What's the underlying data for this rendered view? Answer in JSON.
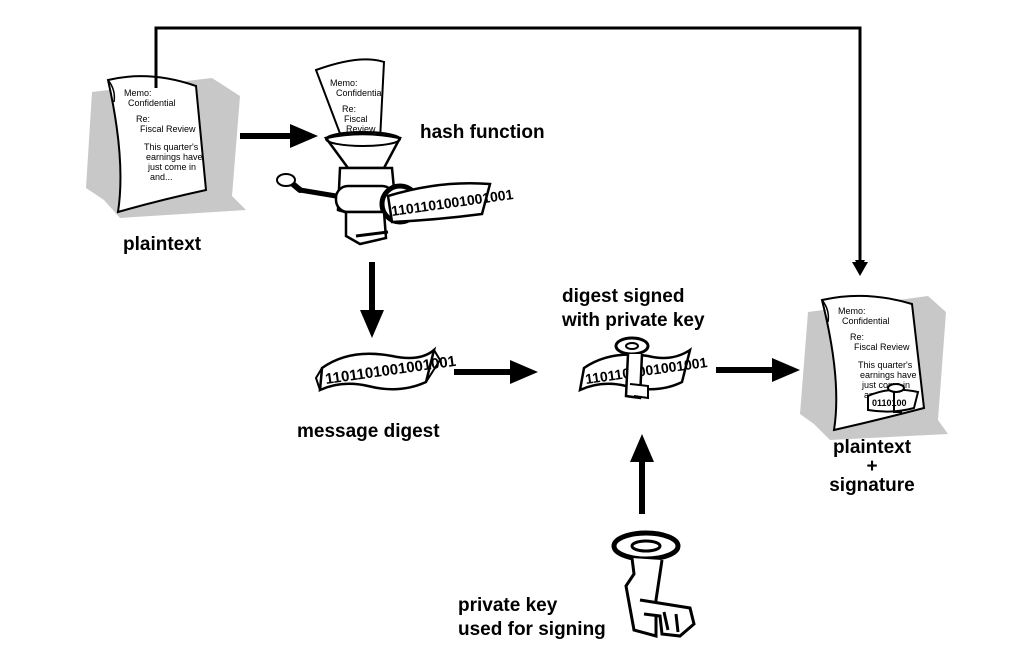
{
  "labels": {
    "plaintext": "plaintext",
    "hash_function": "hash function",
    "message_digest": "message digest",
    "digest_signed_line1": "digest signed",
    "digest_signed_line2": "with private key",
    "private_key_line1": "private key",
    "private_key_line2": "used for signing",
    "plaintext_signature_line1": "plaintext",
    "plaintext_signature_line2": "+",
    "plaintext_signature_line3": "signature"
  },
  "memo": {
    "line1": "Memo:",
    "line2": "Confidential",
    "line3": "Re:",
    "line4": "Fiscal Review",
    "line5": "This quarter's",
    "line6": "earnings have",
    "line7": "just come in",
    "line8": "and..."
  },
  "funnel_memo": {
    "line1": "Memo:",
    "line2": "Confidential",
    "line3": "Re:",
    "line4": "Fiscal",
    "line5": "Review"
  },
  "digest_bits": "1101101001001001",
  "digest_bits_short": "0110100",
  "colors": {
    "shadow": "#c8c8c8",
    "ink": "#000000",
    "paper": "#ffffff"
  },
  "icons": [
    "document-icon",
    "meat-grinder-icon",
    "digest-ribbon-icon",
    "key-icon",
    "arrow-icon"
  ]
}
